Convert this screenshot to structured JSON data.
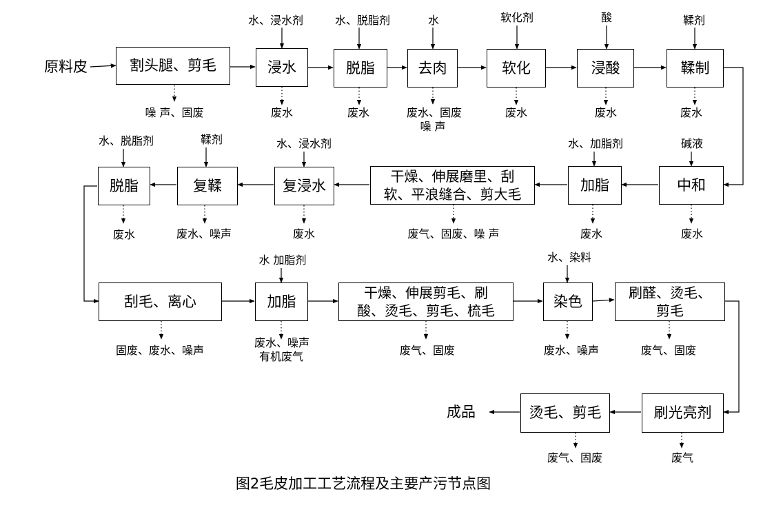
{
  "caption": "图2毛皮加工工艺流程及主要产污节点图",
  "raw_material": "原料皮",
  "product": "成品",
  "steps": {
    "s1": "割头腿、剪毛",
    "s2": "浸水",
    "s3": "脱脂",
    "s4": "去肉",
    "s5": "软化",
    "s6": "浸酸",
    "s7": "鞣制",
    "s8": "中和",
    "s9": "加脂",
    "s10_l1": "干燥、伸展磨里、刮",
    "s10_l2": "软、平浪缝合、剪大毛",
    "s11": "复浸水",
    "s12": "复鞣",
    "s13": "脱脂",
    "s14": "刮毛、离心",
    "s15": "加脂",
    "s16_l1": "干燥、伸展剪毛、刷",
    "s16_l2": "酸、烫毛、剪毛、梳毛",
    "s17": "染色",
    "s18_l1": "刷醛、烫毛、",
    "s18_l2": "剪毛",
    "s19": "刷光亮剂",
    "s20": "烫毛、剪毛"
  },
  "inputs": {
    "s2": "水、浸水剂",
    "s3": "水、脱脂剂",
    "s4": "水",
    "s5": "软化剂",
    "s6": "酸",
    "s7": "鞣剂",
    "s8": "碱液",
    "s9": "水、加脂剂",
    "s11": "水、浸水剂",
    "s12": "鞣剂",
    "s13": "水、脱脂剂",
    "s15": "水  加脂剂",
    "s17": "水、染料"
  },
  "outputs": {
    "s1": "噪 声、固废",
    "s2": "废水",
    "s3": "废水",
    "s4_l1": "废水、固废",
    "s4_l2": "噪  声",
    "s5": "废水",
    "s6": "废水",
    "s7": "废水",
    "s8": "废水",
    "s9": "废水",
    "s10": "废气、固废、噪 声",
    "s11": "废水",
    "s12": "废水、噪声",
    "s13": "废水",
    "s14": "固废、废水、噪声",
    "s15_l1": "废水、噪声",
    "s15_l2": "有机废气",
    "s16": "废气、固废",
    "s17": "废水、噪声",
    "s18": "废气、固废",
    "s19": "废气",
    "s20": "废气、固废"
  }
}
